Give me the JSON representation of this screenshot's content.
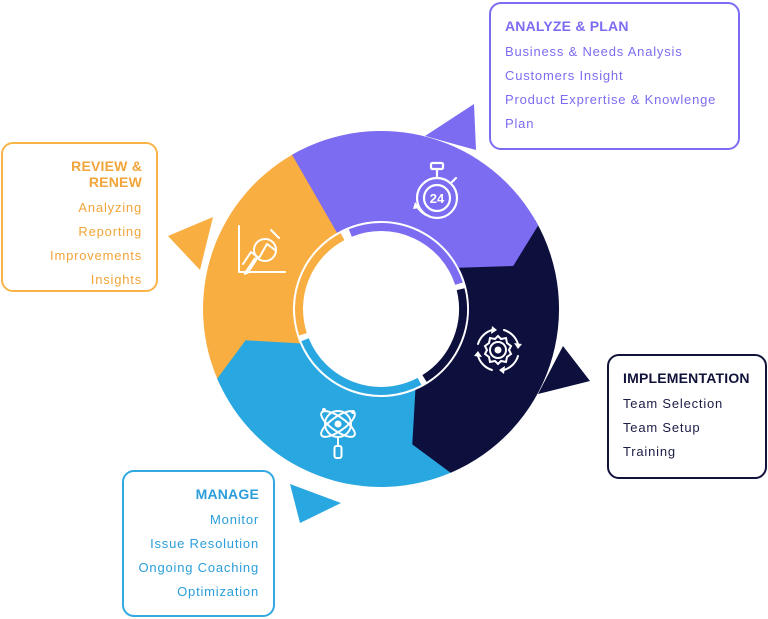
{
  "colors": {
    "analyze": "#7b6cf1",
    "implementation": "#0d0f3d",
    "manage": "#29a7e1",
    "review": "#f8ae40"
  },
  "segments": [
    {
      "key": "analyze",
      "icon": "stopwatch-24-icon",
      "icon_text": "24"
    },
    {
      "key": "implementation",
      "icon": "gear-cycle-icon"
    },
    {
      "key": "manage",
      "icon": "atom-magnifier-icon"
    },
    {
      "key": "review",
      "icon": "chart-magnifier-icon"
    }
  ],
  "analyze": {
    "title": "ANALYZE & PLAN",
    "items": [
      "Business & Needs Analysis",
      "Customers Insight",
      "Product Exprertise & Knowlenge",
      "Plan"
    ]
  },
  "review": {
    "title": "REVIEW & RENEW",
    "items": [
      "Analyzing",
      "Reporting",
      "Improvements",
      "Insights"
    ]
  },
  "implementation": {
    "title": "IMPLEMENTATION",
    "items": [
      "Team Selection",
      "Team Setup",
      "Training"
    ]
  },
  "manage": {
    "title": "MANAGE",
    "items": [
      "Monitor",
      "Issue Resolution",
      "Ongoing Coaching",
      "Optimization"
    ]
  }
}
